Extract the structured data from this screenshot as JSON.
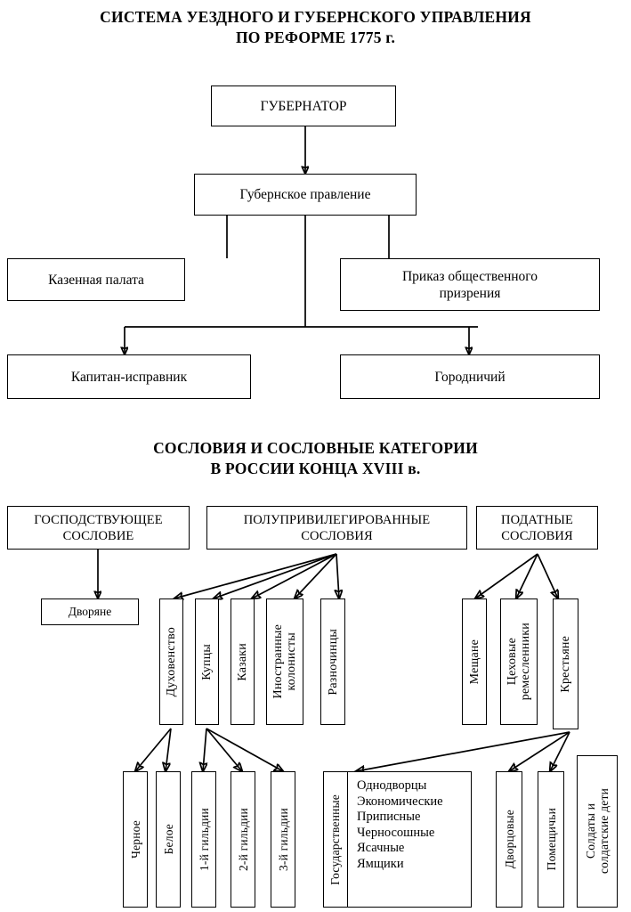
{
  "titles": {
    "top": "СИСТЕМА УЕЗДНОГО И ГУБЕРНСКОГО УПРАВЛЕНИЯ\nПО РЕФОРМЕ  1775 г.",
    "bottom": "СОСЛОВИЯ И СОСЛОВНЫЕ КАТЕГОРИИ\nВ РОССИИ КОНЦА XVIII в."
  },
  "admin_diagram": {
    "governor": "ГУБЕРНАТОР",
    "provincial_board": "Губернское правление",
    "treasury_chamber": "Казенная палата",
    "public_charity_order": "Приказ общественного\nпризрения",
    "captain_ispravnik": "Капитан-исправник",
    "gorodnichy": "Городничий"
  },
  "estates_diagram": {
    "headers": {
      "ruling": "ГОСПОДСТВУЮЩЕЕ\nСОСЛОВИЕ",
      "semi_privileged": "ПОЛУПРИВИЛЕГИРОВАННЫЕ\nСОСЛОВИЯ",
      "taxed": "ПОДАТНЫЕ\nСОСЛОВИЯ"
    },
    "nobility": "Дворяне",
    "semi_privileged_groups": [
      "Духовенство",
      "Купцы",
      "Казаки",
      "Иностранные\nколонисты",
      "Разночинцы"
    ],
    "taxed_groups": [
      "Мещане",
      "Цеховые\nремесленники",
      "Крестьяне"
    ],
    "clergy_branches": [
      "Черное",
      "Белое"
    ],
    "merchant_guilds": [
      "1-й гильдии",
      "2-й гильдии",
      "3-й гильдии"
    ],
    "state_peasants": {
      "label": "Государственные",
      "items": [
        "Однодворцы",
        "Экономические",
        "Приписные",
        "Черносошные",
        "Ясачные",
        "Ямщики"
      ]
    },
    "other_peasants": [
      "Дворцовые",
      "Помещичьи"
    ],
    "soldiers": "Солдаты и\nсолдатские дети"
  },
  "style": {
    "line_color": "#000000",
    "background": "#ffffff",
    "text_color": "#000000"
  }
}
